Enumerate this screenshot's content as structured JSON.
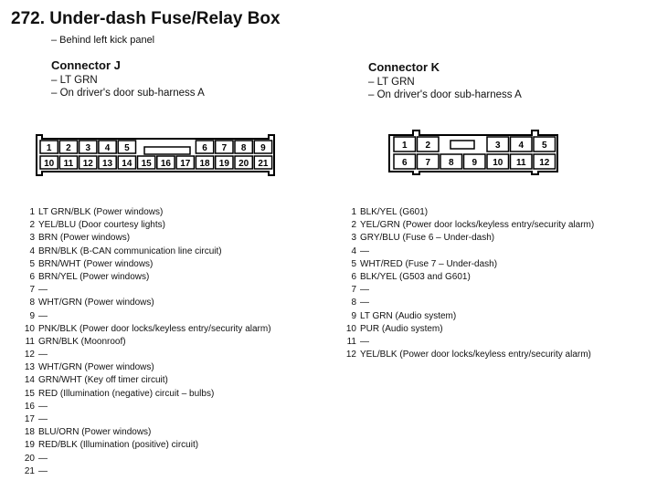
{
  "title": "272. Under-dash Fuse/Relay Box",
  "location": "– Behind left kick panel",
  "connector_j": {
    "heading": "Connector J",
    "color": "– LT GRN",
    "harness": "– On driver's door sub-harness A",
    "top_row": [
      "1",
      "2",
      "3",
      "4",
      "5",
      "6",
      "7",
      "8",
      "9"
    ],
    "bottom_row": [
      "10",
      "11",
      "12",
      "13",
      "14",
      "15",
      "16",
      "17",
      "18",
      "19",
      "20",
      "21"
    ],
    "pins": [
      {
        "num": "1",
        "desc": "LT GRN/BLK (Power windows)"
      },
      {
        "num": "2",
        "desc": "YEL/BLU (Door courtesy lights)"
      },
      {
        "num": "3",
        "desc": "BRN (Power windows)"
      },
      {
        "num": "4",
        "desc": "BRN/BLK (B-CAN communication line circuit)"
      },
      {
        "num": "5",
        "desc": "BRN/WHT (Power windows)"
      },
      {
        "num": "6",
        "desc": "BRN/YEL (Power windows)"
      },
      {
        "num": "7",
        "desc": "—"
      },
      {
        "num": "8",
        "desc": "WHT/GRN (Power windows)"
      },
      {
        "num": "9",
        "desc": "—"
      },
      {
        "num": "10",
        "desc": "PNK/BLK (Power door locks/keyless entry/security alarm)"
      },
      {
        "num": "11",
        "desc": "GRN/BLK (Moonroof)"
      },
      {
        "num": "12",
        "desc": "—"
      },
      {
        "num": "13",
        "desc": "WHT/GRN (Power windows)"
      },
      {
        "num": "14",
        "desc": "GRN/WHT (Key off timer circuit)"
      },
      {
        "num": "15",
        "desc": "RED (Illumination (negative) circuit – bulbs)"
      },
      {
        "num": "16",
        "desc": "—"
      },
      {
        "num": "17",
        "desc": "—"
      },
      {
        "num": "18",
        "desc": "BLU/ORN (Power windows)"
      },
      {
        "num": "19",
        "desc": "RED/BLK (Illumination (positive) circuit)"
      },
      {
        "num": "20",
        "desc": "—"
      },
      {
        "num": "21",
        "desc": "—"
      }
    ]
  },
  "connector_k": {
    "heading": "Connector K",
    "color": "– LT GRN",
    "harness": "– On driver's door sub-harness A",
    "top_row": [
      "1",
      "2",
      "3",
      "4",
      "5"
    ],
    "bottom_row": [
      "6",
      "7",
      "8",
      "9",
      "10",
      "11",
      "12"
    ],
    "pins": [
      {
        "num": "1",
        "desc": "BLK/YEL (G601)"
      },
      {
        "num": "2",
        "desc": "YEL/GRN (Power door locks/keyless entry/security alarm)"
      },
      {
        "num": "3",
        "desc": "GRY/BLU (Fuse 6 – Under-dash)"
      },
      {
        "num": "4",
        "desc": "—"
      },
      {
        "num": "5",
        "desc": "WHT/RED (Fuse 7 – Under-dash)"
      },
      {
        "num": "6",
        "desc": "BLK/YEL (G503 and G601)"
      },
      {
        "num": "7",
        "desc": "—"
      },
      {
        "num": "8",
        "desc": "—"
      },
      {
        "num": "9",
        "desc": "LT GRN (Audio system)"
      },
      {
        "num": "10",
        "desc": "PUR (Audio system)"
      },
      {
        "num": "11",
        "desc": "—"
      },
      {
        "num": "12",
        "desc": "YEL/BLK (Power door locks/keyless entry/security alarm)"
      }
    ]
  }
}
